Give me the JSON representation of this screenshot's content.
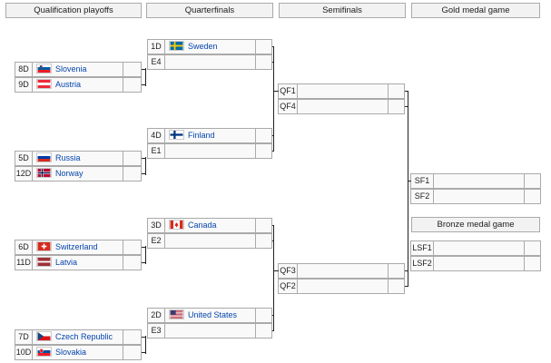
{
  "headers": {
    "qualification": "Qualification playoffs",
    "quarterfinals": "Quarterfinals",
    "semifinals": "Semifinals",
    "gold": "Gold medal game",
    "bronze": "Bronze medal game"
  },
  "qualification": [
    {
      "seed": "8D",
      "team": "Slovenia",
      "flag": "slovenia-flag-icon"
    },
    {
      "seed": "9D",
      "team": "Austria",
      "flag": "austria-flag-icon"
    },
    {
      "seed": "5D",
      "team": "Russia",
      "flag": "russia-flag-icon"
    },
    {
      "seed": "12D",
      "team": "Norway",
      "flag": "norway-flag-icon"
    },
    {
      "seed": "6D",
      "team": "Switzerland",
      "flag": "switzerland-flag-icon"
    },
    {
      "seed": "11D",
      "team": "Latvia",
      "flag": "latvia-flag-icon"
    },
    {
      "seed": "7D",
      "team": "Czech Republic",
      "flag": "czech-flag-icon"
    },
    {
      "seed": "10D",
      "team": "Slovakia",
      "flag": "slovakia-flag-icon"
    }
  ],
  "quarterfinals": [
    {
      "seed": "1D",
      "team": "Sweden",
      "flag": "sweden-flag-icon"
    },
    {
      "seed": "E4",
      "team": ""
    },
    {
      "seed": "4D",
      "team": "Finland",
      "flag": "finland-flag-icon"
    },
    {
      "seed": "E1",
      "team": ""
    },
    {
      "seed": "3D",
      "team": "Canada",
      "flag": "canada-flag-icon"
    },
    {
      "seed": "E2",
      "team": ""
    },
    {
      "seed": "2D",
      "team": "United States",
      "flag": "usa-flag-icon"
    },
    {
      "seed": "E3",
      "team": ""
    }
  ],
  "semifinals": [
    {
      "seed": "QF1",
      "team": ""
    },
    {
      "seed": "QF4",
      "team": ""
    },
    {
      "seed": "QF3",
      "team": ""
    },
    {
      "seed": "QF2",
      "team": ""
    }
  ],
  "gold": [
    {
      "seed": "SF1",
      "team": ""
    },
    {
      "seed": "SF2",
      "team": ""
    }
  ],
  "bronze": [
    {
      "seed": "LSF1",
      "team": ""
    },
    {
      "seed": "LSF2",
      "team": ""
    }
  ]
}
